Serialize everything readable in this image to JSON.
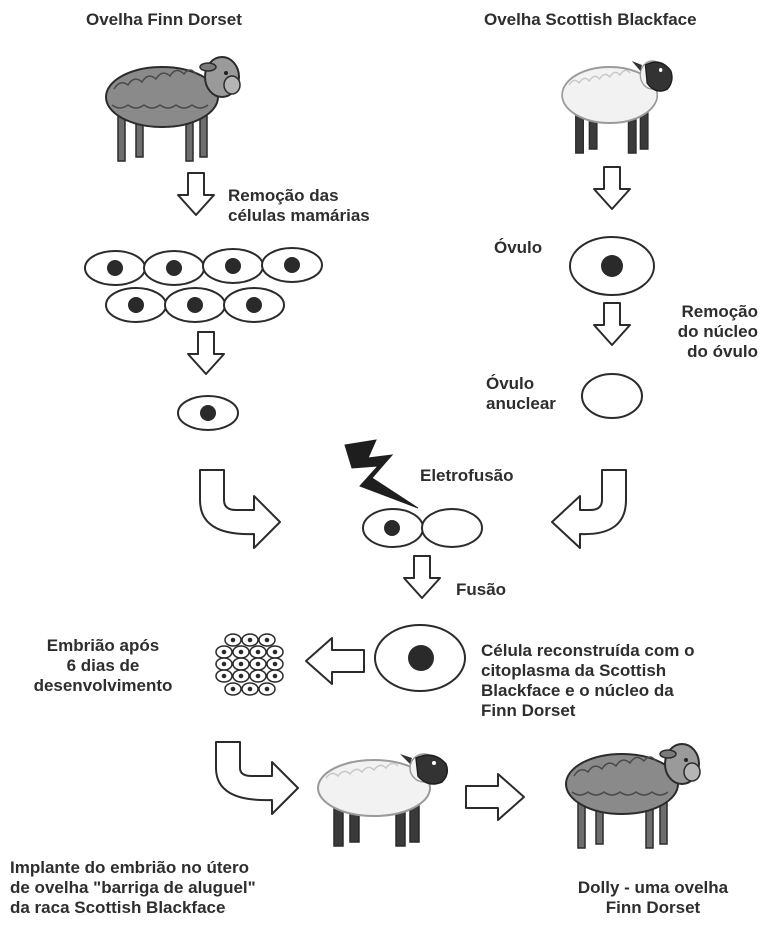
{
  "labels": {
    "finn_dorset_sheep": "Ovelha Finn Dorset",
    "scottish_blackface_sheep": "Ovelha Scottish Blackface",
    "mammary_cell_removal": "Remoção das\ncélulas mamárias",
    "ovum": "Óvulo",
    "nucleus_removal": "Remoção\ndo núcleo\ndo óvulo",
    "enucleated_ovum": "Óvulo\nanuclear",
    "electrofusion": "Eletrofusão",
    "fusion": "Fusão",
    "embryo": "Embrião após\n6 dias de\ndesenvolvimento",
    "reconstructed_cell": "Célula reconstruída com o\ncitoplasma da Scottish\nBlackface e o núcleo da\nFinn Dorset",
    "implant": "Implante do embrião no útero\nde ovelha \"barriga de aluguel\"\nda raca Scottish Blackface",
    "dolly": "Dolly - uma ovelha\nFinn Dorset"
  },
  "colors": {
    "outline": "#2b2b2b",
    "nucleus": "#2a2a2a",
    "finn_wool": "#8a8a8a",
    "blackface_wool": "#f2f2f2",
    "blackface_face": "#333333",
    "arrow_fill": "#ffffff"
  }
}
